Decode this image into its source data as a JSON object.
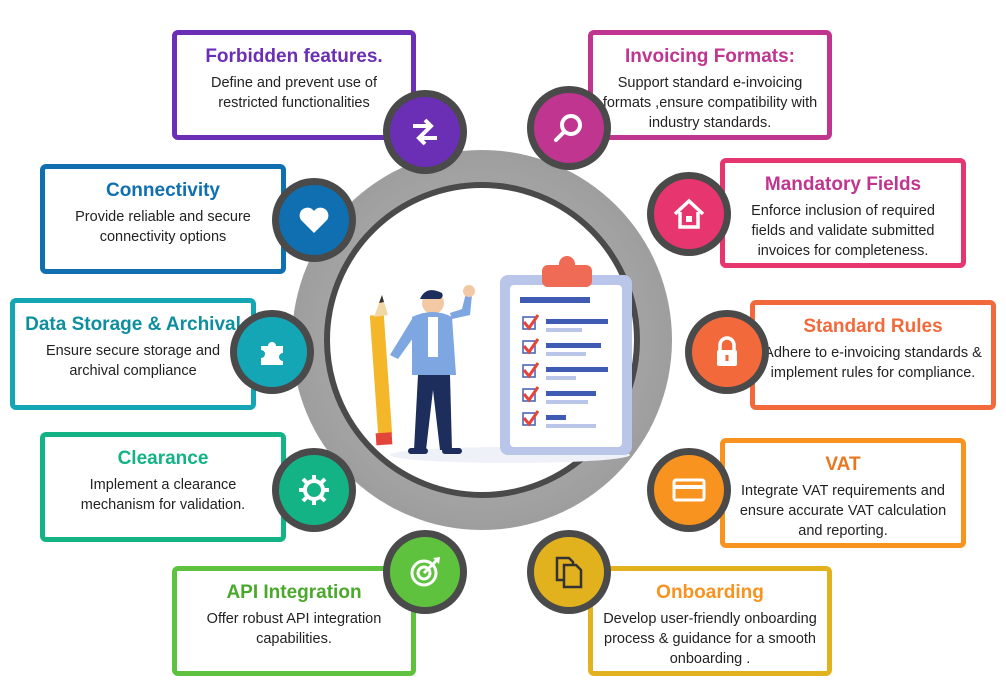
{
  "colors": {
    "forbidden": "#6a2fb5",
    "invoicing": "#c0358f",
    "mandatory": "#e7356f",
    "standard": "#f26a3c",
    "vat": "#f7931e",
    "onboarding": "#e2b21e",
    "api": "#5ec23e",
    "clearance": "#13b386",
    "storage": "#14a6b5",
    "connectivity": "#0f6fb0"
  },
  "items": {
    "forbidden": {
      "title": "Forbidden features.",
      "desc": "Define and prevent use of restricted functionalities",
      "icon": "arrows-exchange-icon"
    },
    "invoicing": {
      "title": "Invoicing Formats:",
      "desc": "Support standard e-invoicing formats ,ensure compatibility with industry standards.",
      "icon": "magnifier-icon"
    },
    "mandatory": {
      "title": "Mandatory Fields",
      "desc": "Enforce inclusion of required fields and validate submitted invoices for completeness.",
      "icon": "home-icon"
    },
    "standard": {
      "title": "Standard Rules",
      "desc": "Adhere to e-invoicing standards & implement rules for compliance.",
      "icon": "lock-icon"
    },
    "vat": {
      "title": "VAT",
      "desc": "Integrate VAT requirements and ensure accurate VAT calculation and reporting.",
      "icon": "credit-card-icon"
    },
    "onboarding": {
      "title": "Onboarding",
      "desc": "Develop user-friendly onboarding process & guidance for a smooth onboarding .",
      "icon": "copy-documents-icon"
    },
    "api": {
      "title": "API Integration",
      "desc": "Offer robust API integration capabilities.",
      "icon": "target-icon"
    },
    "clearance": {
      "title": "Clearance",
      "desc": "Implement a clearance mechanism for validation.",
      "icon": "gear-icon"
    },
    "storage": {
      "title": "Data Storage & Archival",
      "desc": "Ensure secure storage and archival compliance",
      "icon": "puzzle-icon"
    },
    "connectivity": {
      "title": "Connectivity",
      "desc": "Provide reliable and secure connectivity options",
      "icon": "heart-icon"
    }
  }
}
